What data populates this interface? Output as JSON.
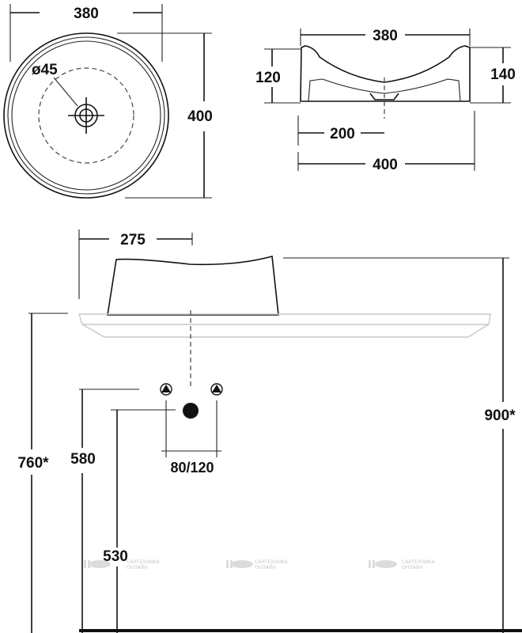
{
  "top_view": {
    "width_label": "380",
    "height_label": "400",
    "drain_label": "ø45"
  },
  "side_view": {
    "top_width_label": "380",
    "left_height_label": "120",
    "right_height_label": "140",
    "drain_offset_label": "200",
    "base_width_label": "400"
  },
  "installation": {
    "offset_label": "275",
    "total_height_label": "900*",
    "counter_height_label": "760*",
    "tap_height_label": "580",
    "drain_height_label": "530",
    "tap_spacing_label": "80/120"
  },
  "watermark": {
    "text_line1": "САНТЕХНИКА",
    "text_line2": "ОНЛАЙН"
  }
}
